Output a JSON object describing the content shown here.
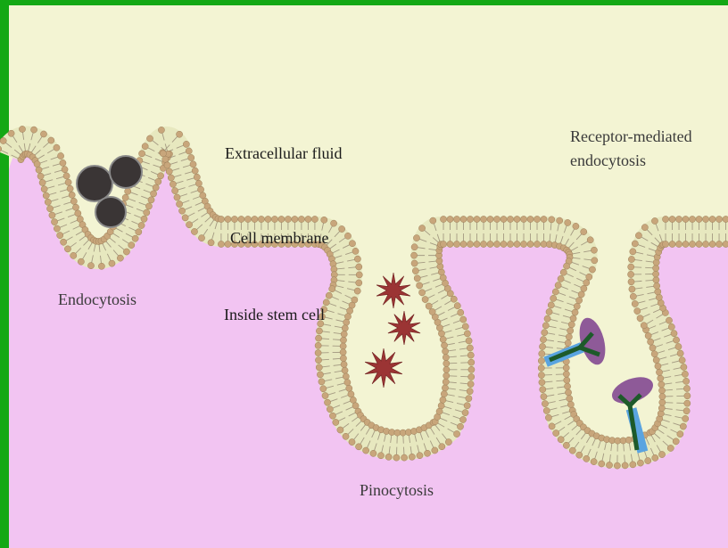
{
  "labels": {
    "extracellular": "Extracellular fluid",
    "receptor_line1": "Receptor-mediated",
    "receptor_line2": "endocytosis",
    "membrane": "Cell membrane",
    "endocytosis": "Endocytosis",
    "inside": "Inside stem cell",
    "pinocytosis": "Pinocytosis"
  },
  "colors": {
    "frame": "#14a814",
    "extracellular": "#f3f4d3",
    "cytoplasm": "#f2c4f2",
    "bilayer": "#e7e8bf",
    "phospholipid_head": "#c8a67b",
    "particle": "#3a3535",
    "solute": "#9b3434",
    "receptor_arm": "#1d5a2a",
    "receptor_stem": "#5aa4e0",
    "ligand": "#8e5a98"
  },
  "icons": {
    "solid_particle": "dark-circle",
    "solute": "star-spike",
    "receptor": "y-shaped-receptor"
  }
}
